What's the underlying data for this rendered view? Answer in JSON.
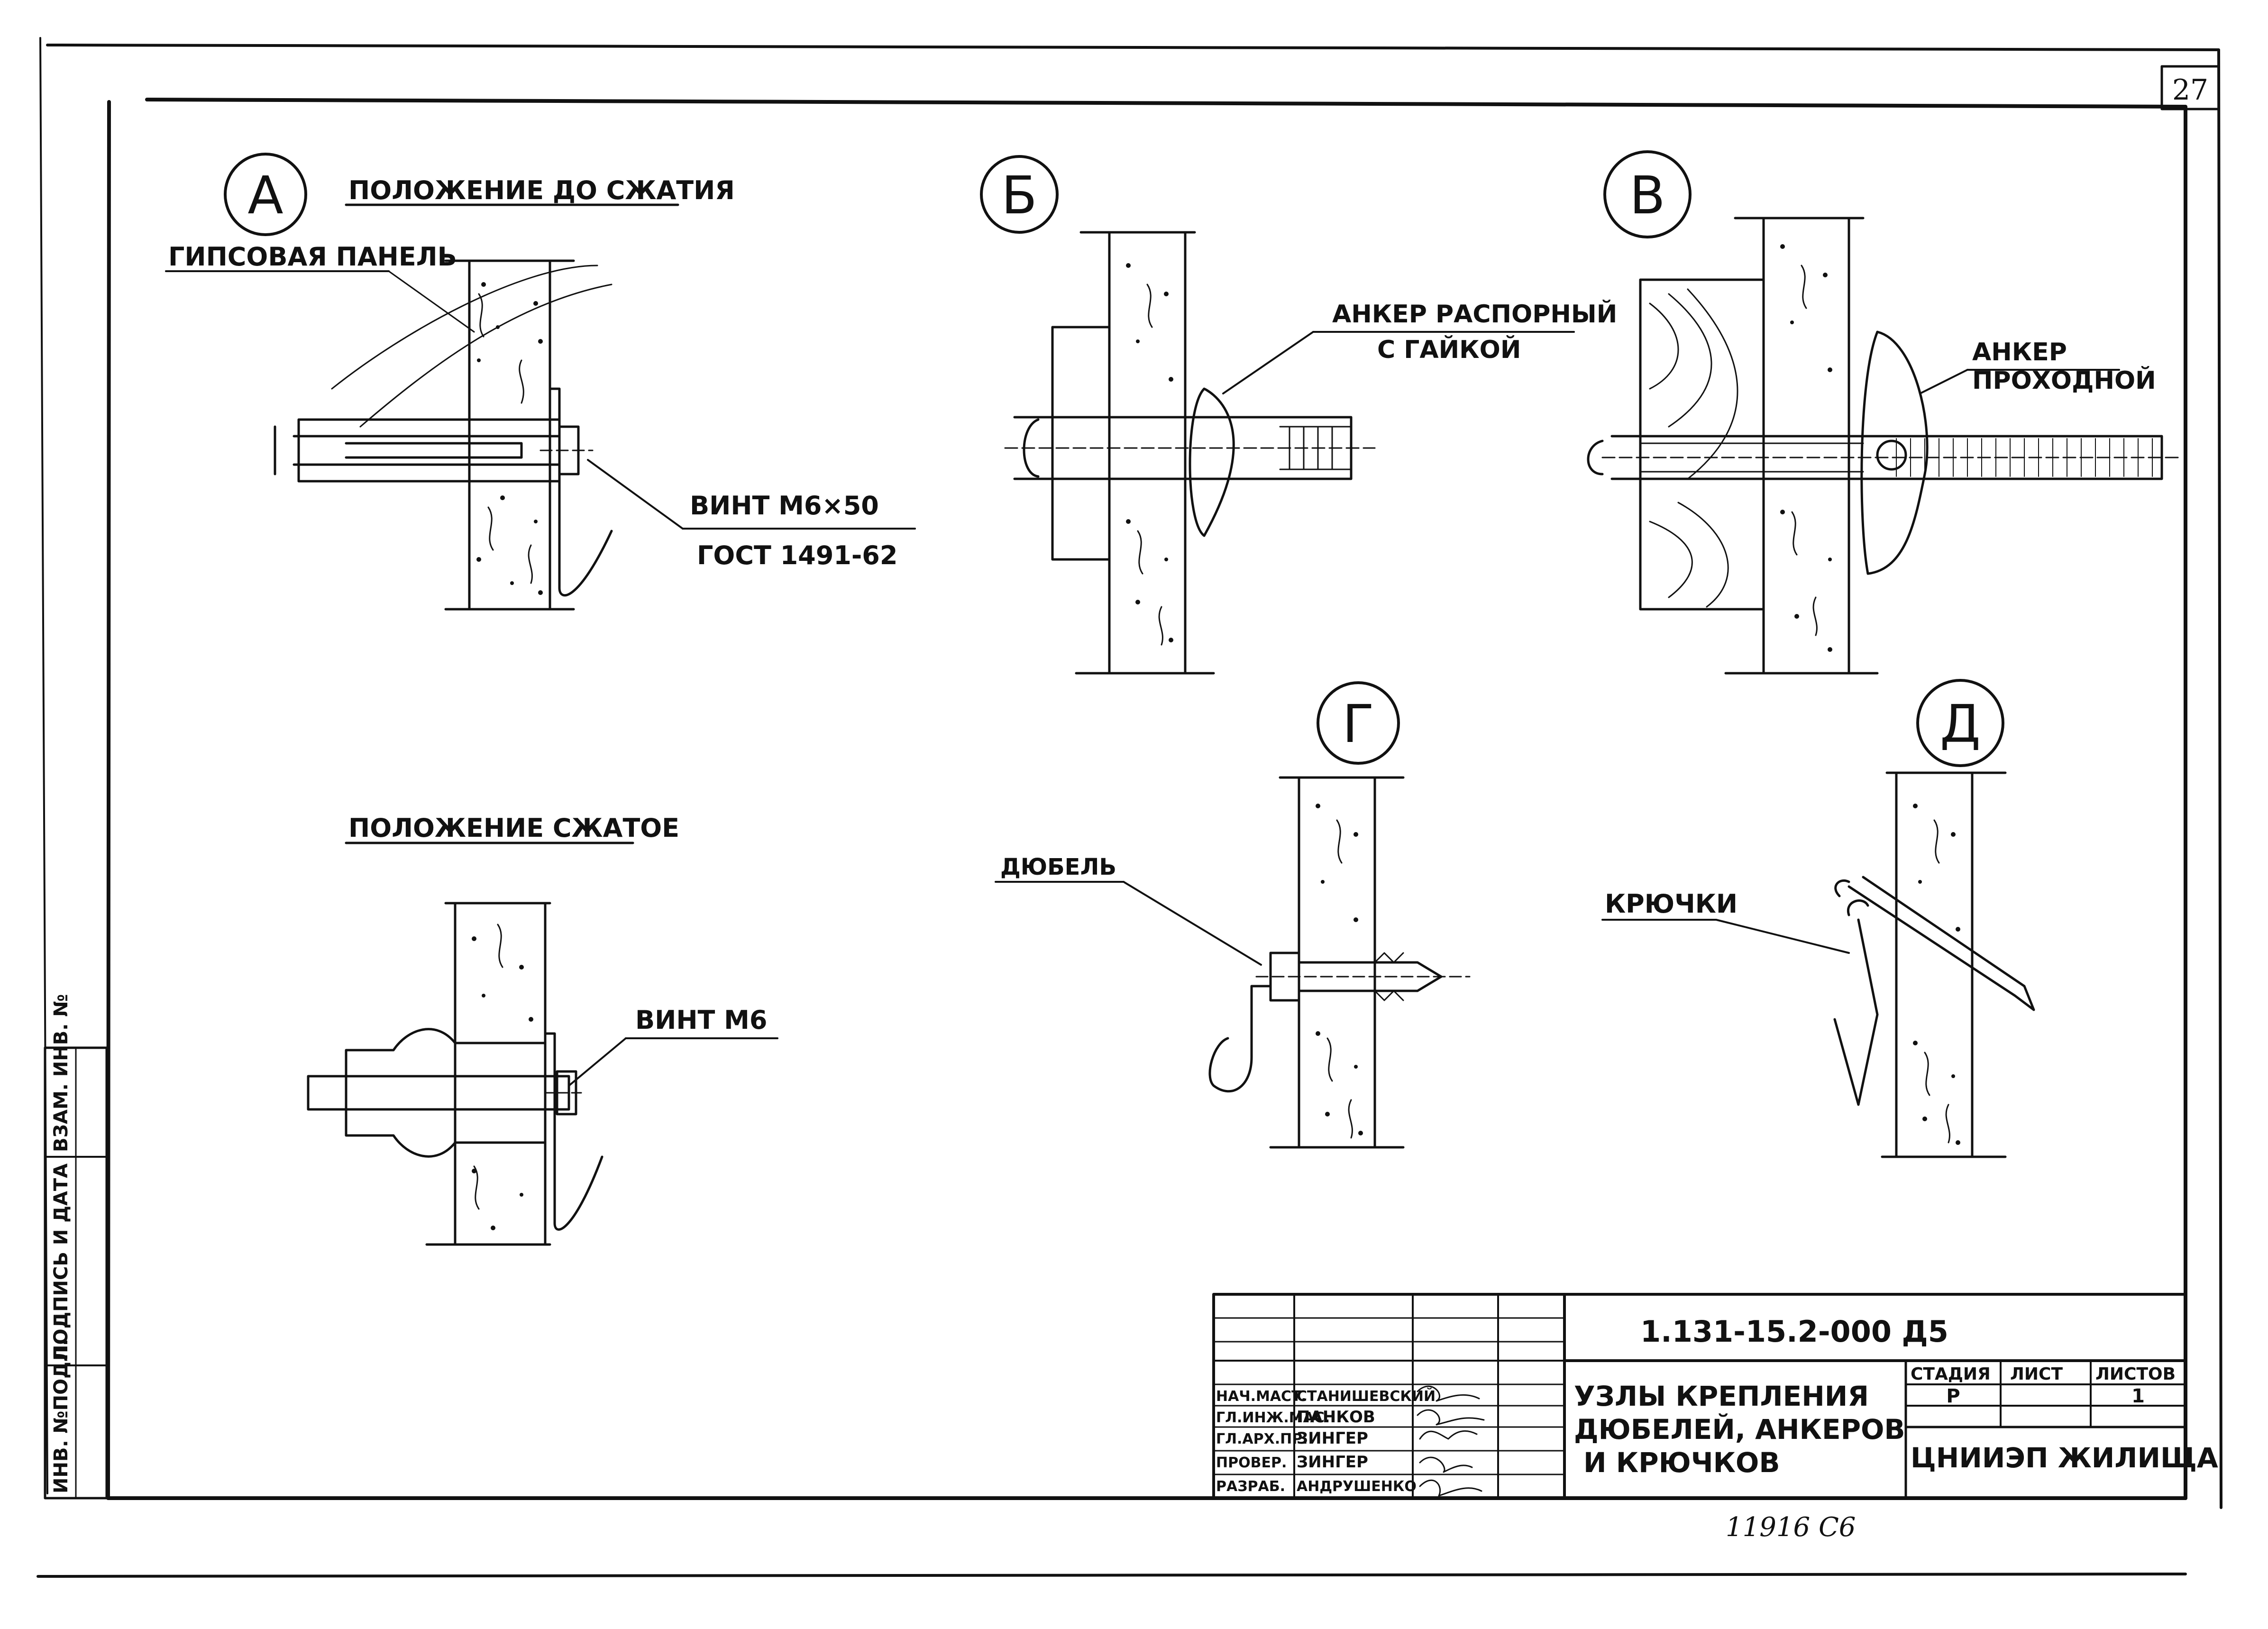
{
  "sheet": {
    "page_number": "27",
    "code": "1.131-15.2-000 Д5",
    "title": [
      "УЗЛЫ КРЕПЛЕНИЯ",
      "ДЮБЕЛЕЙ, АНКЕРОВ",
      "И КРЮЧКОВ"
    ],
    "organization": "ЦНИИЭП ЖИЛИЩА",
    "stamp_handwritten": "11916   С6"
  },
  "side_stamp": [
    "ИНВ. №ПОДЛ.",
    "ПОДПИСЬ И ДАТА",
    "ВЗАМ. ИНВ. №"
  ],
  "stage_table": {
    "headers": [
      "СТАДИЯ",
      "ЛИСТ",
      "ЛИСТОВ"
    ],
    "values": [
      "Р",
      "",
      "1"
    ]
  },
  "signatures": [
    {
      "role": "НАЧ.МАСТ.",
      "name": "СТАНИШЕВСКИЙ"
    },
    {
      "role": "ГЛ.ИНЖ.МАС.",
      "name": "ПАНКОВ"
    },
    {
      "role": "ГЛ.АРХ.ПР.",
      "name": "ЗИНГЕР"
    },
    {
      "role": "ПРОВЕР.",
      "name": "ЗИНГЕР"
    },
    {
      "role": "РАЗРАБ.",
      "name": "АНДРУШЕНКО"
    }
  ],
  "nodes": {
    "a": {
      "letter": "А",
      "heading_before": "ПОЛОЖЕНИЕ ДО СЖАТИЯ",
      "panel_label": "ГИПСОВАЯ ПАНЕЛЬ",
      "screw_label": "ВИНТ М6×50",
      "standard_label": "ГОСТ 1491-62",
      "heading_compressed": "ПОЛОЖЕНИЕ СЖАТОЕ",
      "screw_label_compressed": "ВИНТ М6"
    },
    "b": {
      "letter": "Б",
      "label_line1": "АНКЕР РАСПОРНЫЙ",
      "label_line2": "С ГАЙКОЙ"
    },
    "v": {
      "letter": "В",
      "label_line1": "АНКЕР",
      "label_line2": "ПРОХОДНОЙ"
    },
    "g": {
      "letter": "Г",
      "label": "ДЮБЕЛЬ"
    },
    "d": {
      "letter": "Д",
      "label": "КРЮЧКИ"
    }
  }
}
